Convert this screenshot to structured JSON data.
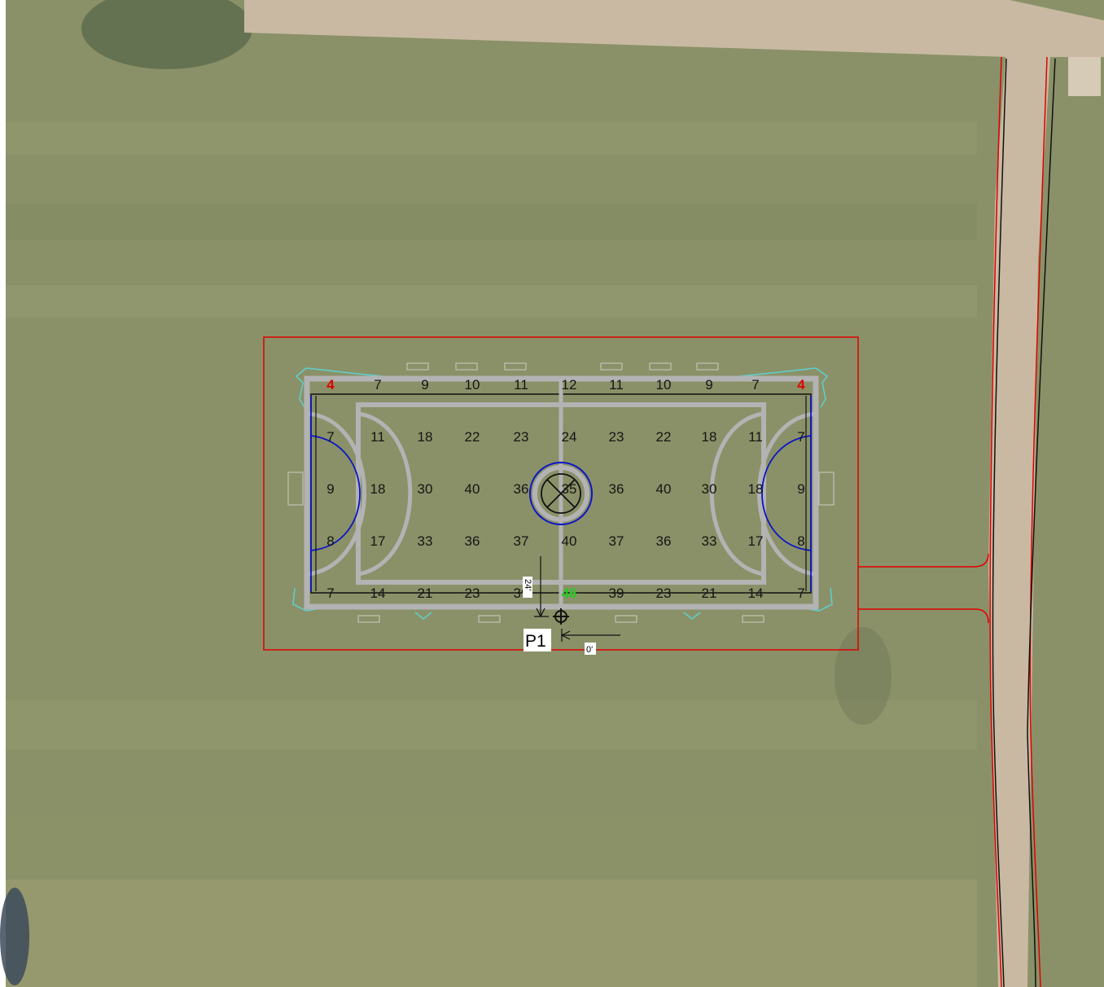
{
  "colors": {
    "grass": "#8a9168",
    "path": "#c9b9a2",
    "court_line": "#b3b3b3",
    "boundary": "#e00000",
    "goal_area": "#0a14c8",
    "fixture": "#5fd0d0",
    "max_value": "#22cc22",
    "min_value": "#e00000"
  },
  "illuminance_grid": {
    "rows": [
      [
        "4",
        "7",
        "9",
        "10",
        "11",
        "12",
        "11",
        "10",
        "9",
        "7",
        "4"
      ],
      [
        "7",
        "11",
        "18",
        "22",
        "23",
        "24",
        "23",
        "22",
        "18",
        "11",
        "7"
      ],
      [
        "9",
        "18",
        "30",
        "40",
        "36",
        "35",
        "36",
        "40",
        "30",
        "18",
        "9"
      ],
      [
        "8",
        "17",
        "33",
        "36",
        "37",
        "40",
        "37",
        "36",
        "33",
        "17",
        "8"
      ],
      [
        "7",
        "14",
        "21",
        "23",
        "39",
        "46",
        "39",
        "23",
        "21",
        "14",
        "7"
      ]
    ],
    "min_value": "4",
    "max_value": "46"
  },
  "pole": {
    "label": "P1",
    "icon": "crosshair-icon"
  },
  "dimensions": {
    "vertical_offset": "24'",
    "horizontal_offset": "0'"
  },
  "center_mark": {
    "icon": "x-circle-icon"
  }
}
